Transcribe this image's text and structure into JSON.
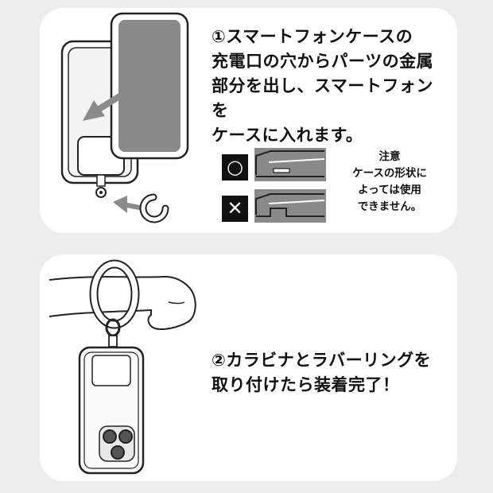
{
  "step1": {
    "lines": [
      "①スマートフォンケースの",
      "充電口の穴からパーツの金属",
      "部分を出し、スマートフォンを",
      "ケースに入れます。"
    ]
  },
  "note": {
    "lines": [
      "注意",
      "ケースの形状に",
      "よっては使用",
      "できません。"
    ]
  },
  "marks": {
    "ok": "○",
    "ng": "✕"
  },
  "step2": {
    "lines": [
      "②カラビナとラバーリングを",
      "取り付けたら装着完了！"
    ]
  },
  "colors": {
    "background": "#ededed",
    "card": "#ffffff",
    "phone_gray": "#8a8a8a",
    "line": "#222222"
  }
}
